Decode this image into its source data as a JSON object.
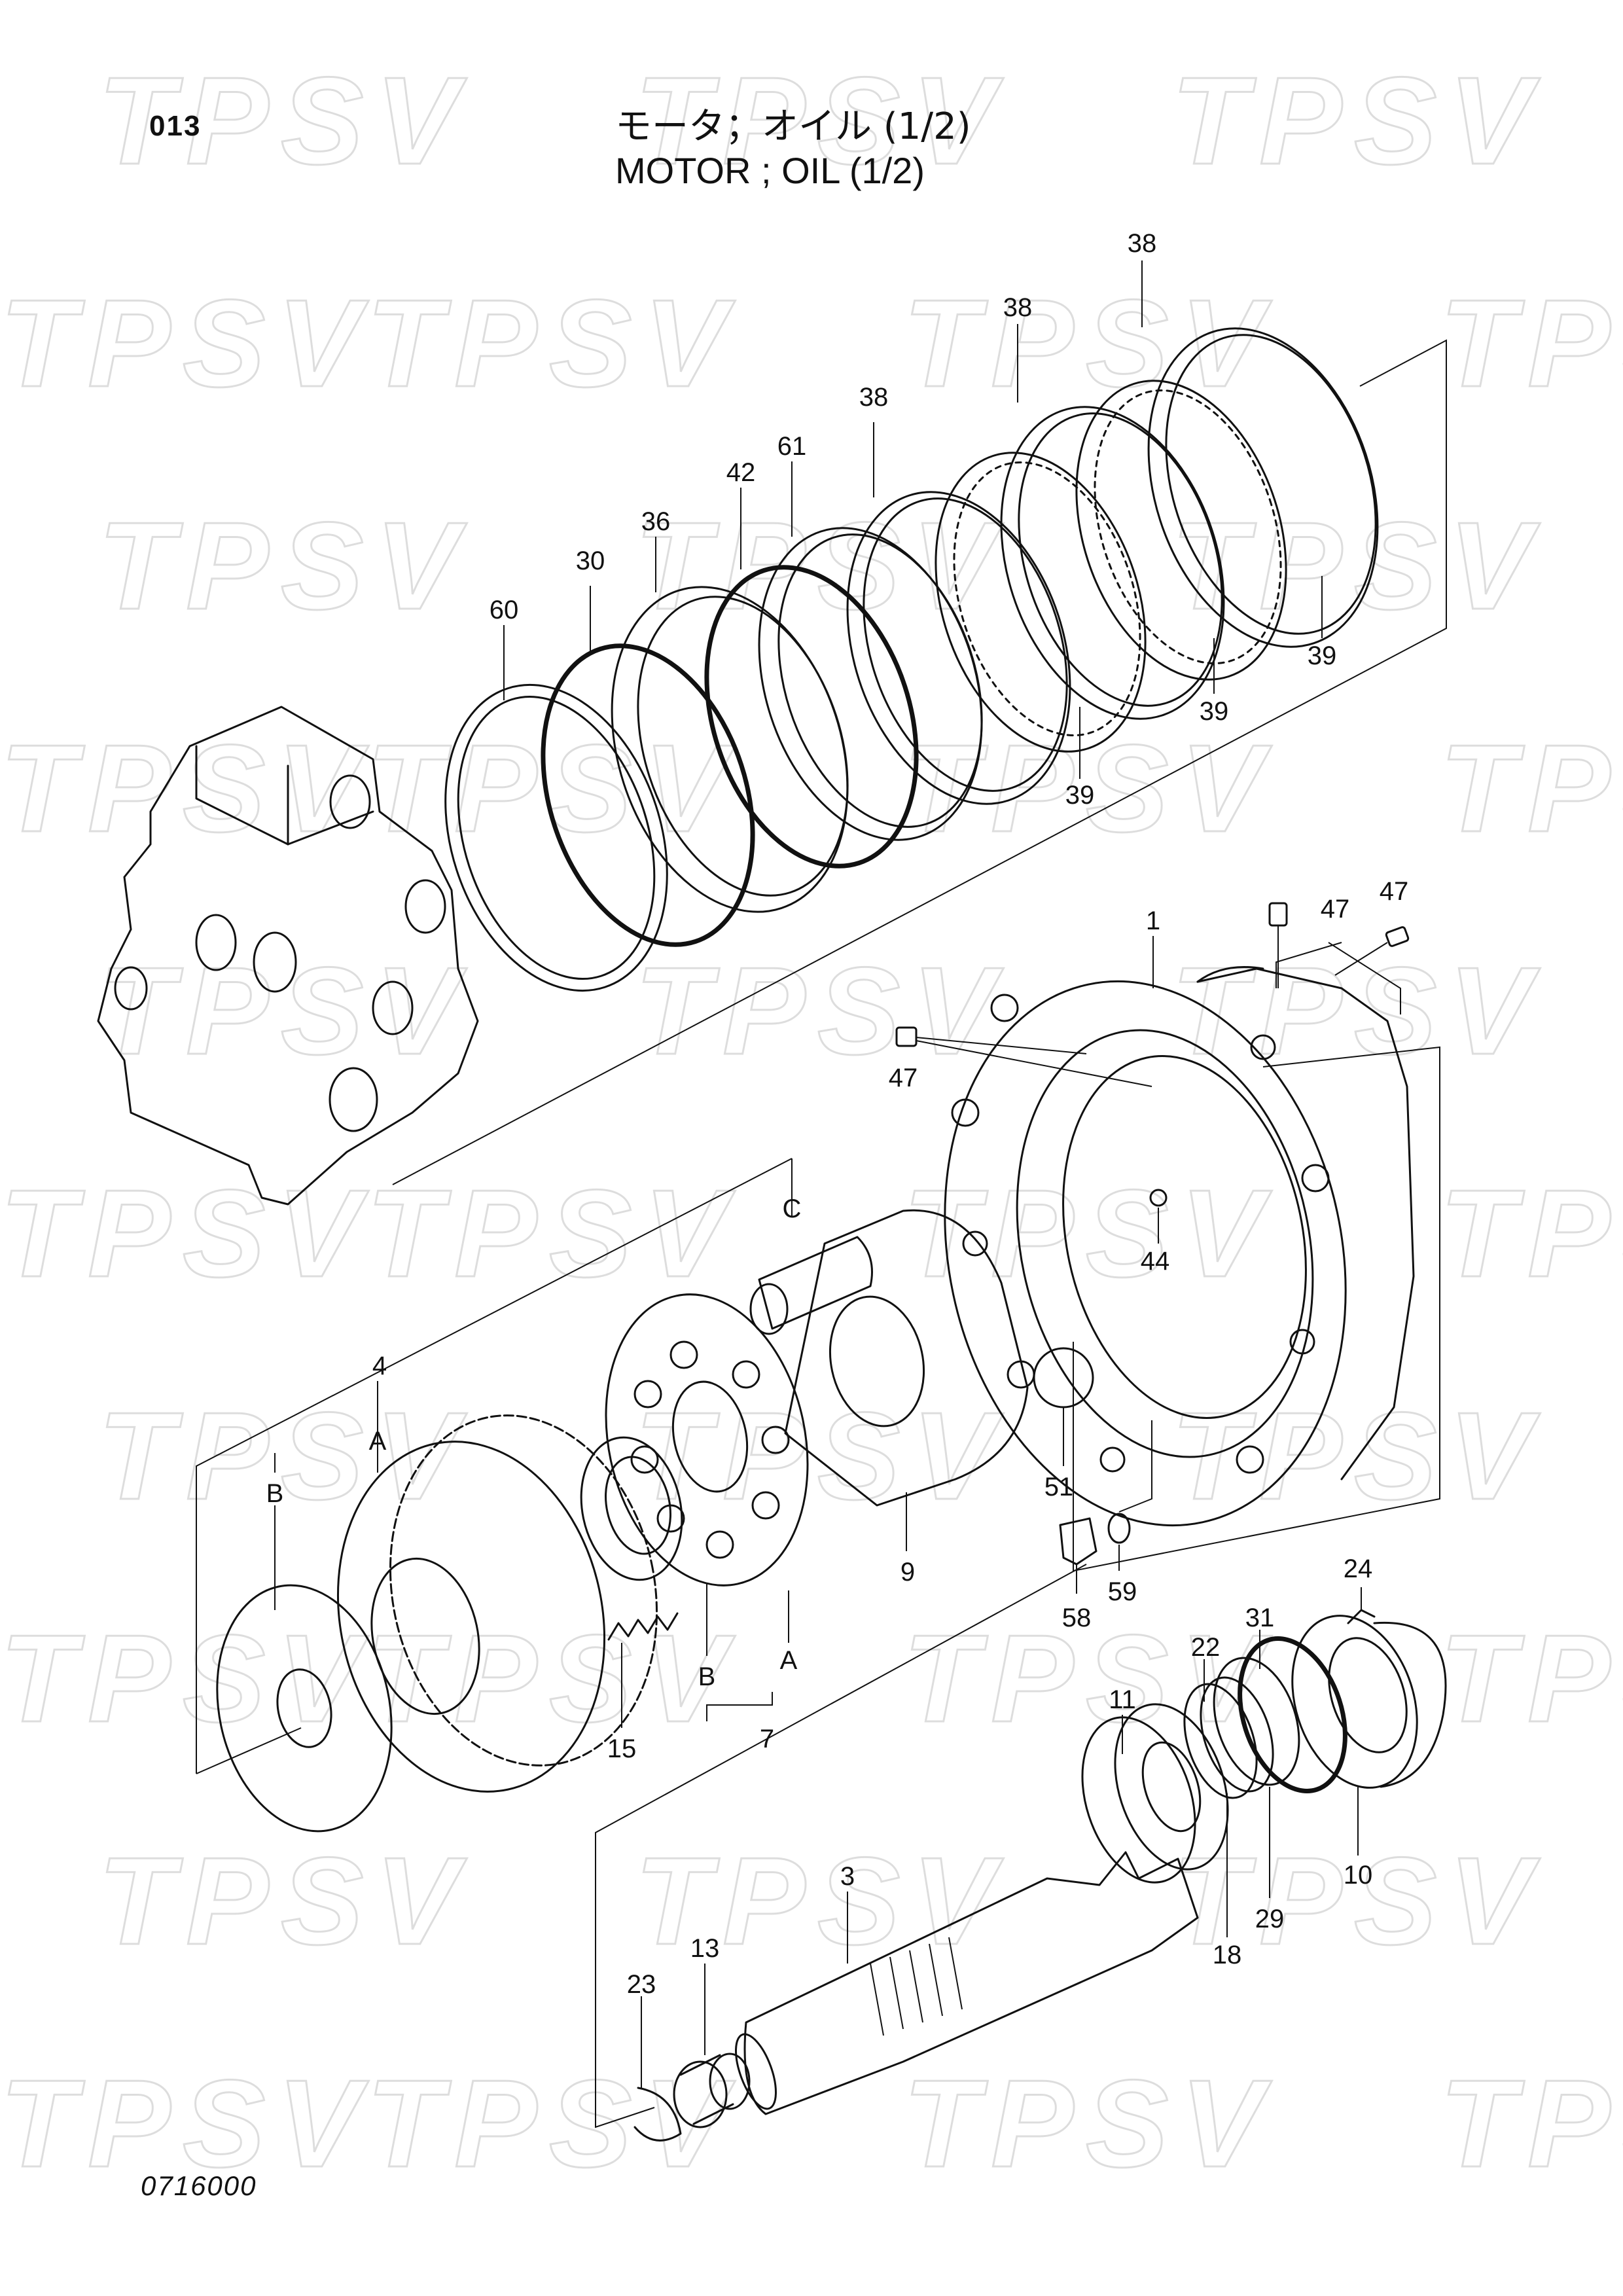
{
  "header": {
    "page_id": "013",
    "title_jp": "モータ；オイル (1/2)",
    "title_en": "MOTOR ; OIL (1/2)"
  },
  "footer": {
    "drawing_no": "0716000"
  },
  "watermark": {
    "text": "TPSV",
    "color": "#cfcfcf"
  },
  "callouts": {
    "p38a": "38",
    "p38b": "38",
    "p38c": "38",
    "p61": "61",
    "p42": "42",
    "p36": "36",
    "p30": "30",
    "p60": "60",
    "p39a": "39",
    "p39b": "39",
    "p39c": "39",
    "p1": "1",
    "p47a": "47",
    "p47b": "47",
    "p47c": "47",
    "p44": "44",
    "pC": "C",
    "p4": "4",
    "pA1": "A",
    "pB1": "B",
    "p51": "51",
    "p9": "9",
    "p58": "58",
    "p59": "59",
    "pA2": "A",
    "pB2": "B",
    "p7": "7",
    "p15": "15",
    "p24": "24",
    "p31": "31",
    "p22": "22",
    "p11": "11",
    "p10": "10",
    "p29": "29",
    "p18": "18",
    "p3": "3",
    "p13": "13",
    "p23": "23"
  }
}
